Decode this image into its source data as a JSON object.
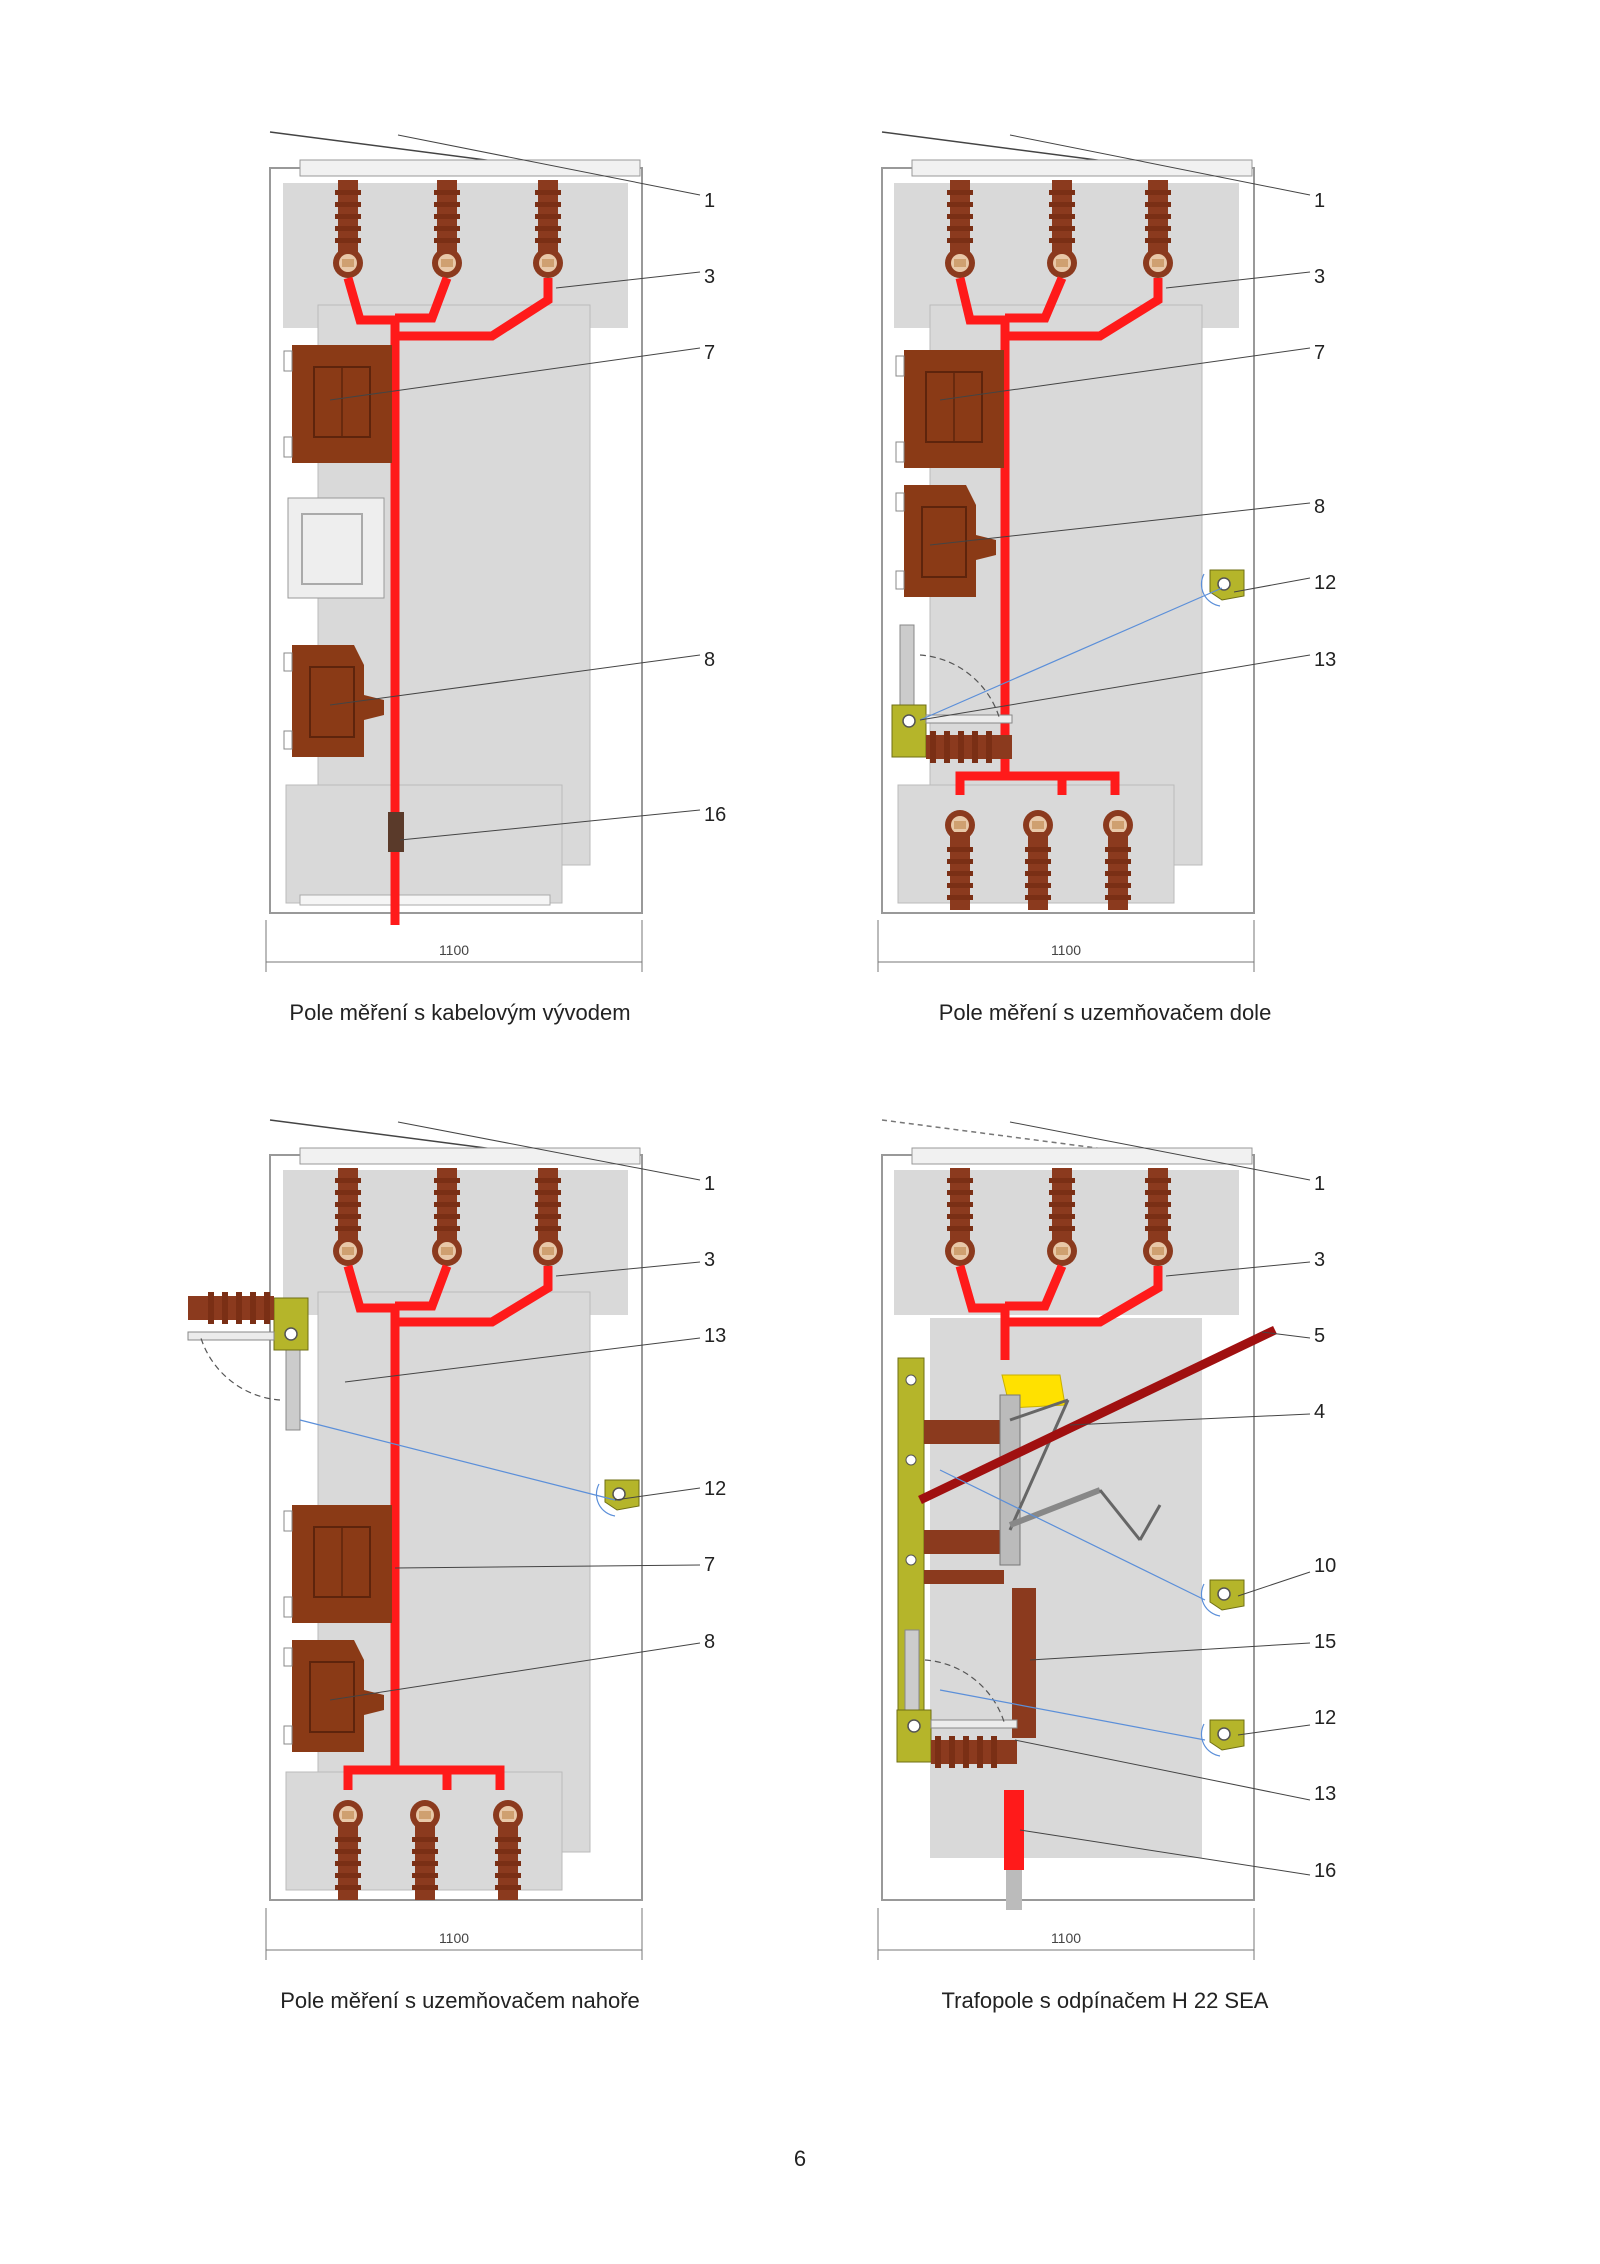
{
  "panels": [
    {
      "caption": "Pole měření s kabelovým vývodem",
      "dimension": "1100",
      "callouts": [
        "1",
        "3",
        "7",
        "8",
        "16"
      ]
    },
    {
      "caption": "Pole měření s uzemňovačem dole",
      "dimension": "1100",
      "callouts": [
        "1",
        "3",
        "7",
        "8",
        "12",
        "13"
      ]
    },
    {
      "caption": "Pole měření s uzemňovačem nahoře",
      "dimension": "1100",
      "callouts": [
        "1",
        "3",
        "13",
        "12",
        "7",
        "8"
      ]
    },
    {
      "caption": "Trafopole s odpínačem H 22 SEA",
      "dimension": "1100",
      "callouts": [
        "1",
        "3",
        "5",
        "4",
        "10",
        "15",
        "12",
        "13",
        "16"
      ]
    }
  ],
  "page_number": "6",
  "colors": {
    "busbar": "#ff1a1a",
    "insulator": "#8b3a1e",
    "transformer": "#8a3a16",
    "compartment": "#d9d9d9",
    "cabinet_outline": "#999999",
    "earthing_part": "#b5b52a",
    "blue_line": "#5b8fd9",
    "fuse_yellow": "#ffe100",
    "dark_red_rod": "#a01010"
  }
}
